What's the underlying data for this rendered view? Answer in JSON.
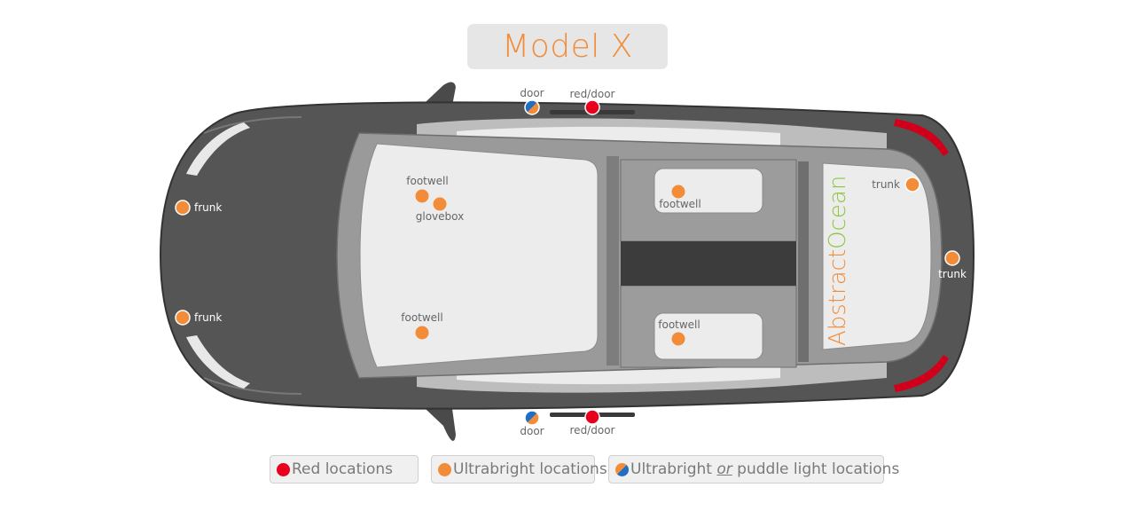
{
  "title": "Model X",
  "brand": {
    "part1": "Abstract",
    "part2": "Ocean",
    "color1": "#f28c38",
    "color2": "#8cc63f"
  },
  "colors": {
    "red": "#e8001c",
    "orange": "#f28c38",
    "blue": "#1f6fc4",
    "body": "#555555",
    "glass": "#ececec"
  },
  "pins": {
    "door_top": "door",
    "red_door_top": "red/door",
    "door_bottom": "door",
    "red_door_bottom": "red/door",
    "frunk_top": "frunk",
    "frunk_bottom": "frunk",
    "footwell_front_top": "footwell",
    "glovebox": "glovebox",
    "footwell_front_bottom": "footwell",
    "footwell_rear_top": "footwell",
    "footwell_rear_bottom": "footwell",
    "trunk_top": "trunk",
    "trunk_rear": "trunk"
  },
  "legend": {
    "red": "Red locations",
    "ultrabright": "Ultrabright locations",
    "either_pre": "Ultrabright ",
    "either_or": "or",
    "either_post": " puddle light locations"
  }
}
